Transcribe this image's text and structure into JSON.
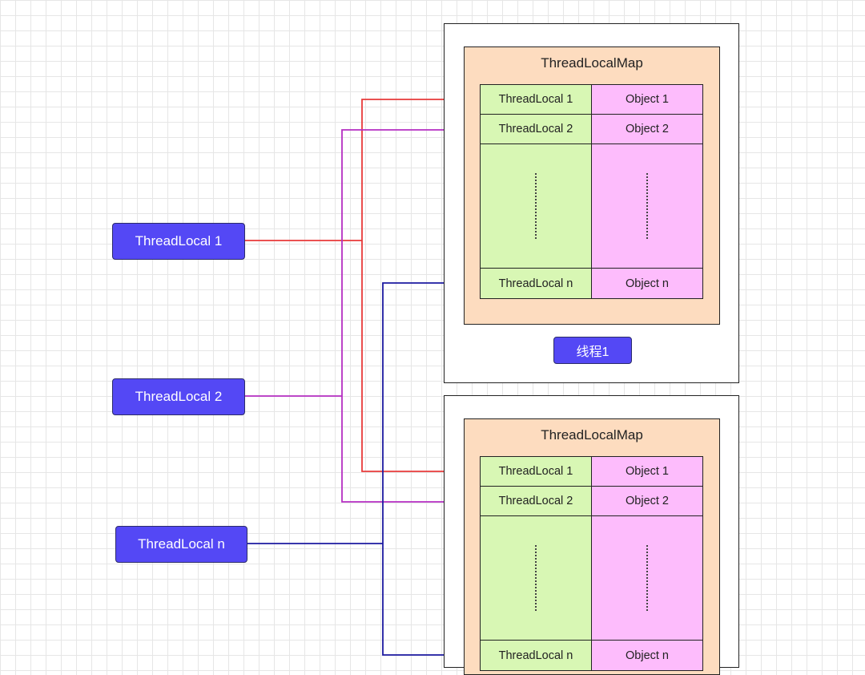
{
  "threadlocals": [
    {
      "label": "ThreadLocal 1",
      "color": "#e83a3a"
    },
    {
      "label": "ThreadLocal 2",
      "color": "#b52fc2"
    },
    {
      "label": "ThreadLocal n",
      "color": "#1c1aa0"
    }
  ],
  "threads": [
    {
      "map_title": "ThreadLocalMap",
      "thread_label": "线程1",
      "rows": [
        {
          "key": "ThreadLocal 1",
          "value": "Object 1"
        },
        {
          "key": "ThreadLocal 2",
          "value": "Object 2"
        },
        {
          "key": "ThreadLocal n",
          "value": "Object n"
        }
      ]
    },
    {
      "map_title": "ThreadLocalMap",
      "rows": [
        {
          "key": "ThreadLocal 1",
          "value": "Object 1"
        },
        {
          "key": "ThreadLocal 2",
          "value": "Object 2"
        },
        {
          "key": "ThreadLocal n",
          "value": "Object n"
        }
      ]
    }
  ],
  "colors": {
    "node_fill": "#5448f5",
    "map_fill": "#fddcbf",
    "key_fill": "#d8f7b4",
    "value_fill": "#fdbcfc"
  }
}
